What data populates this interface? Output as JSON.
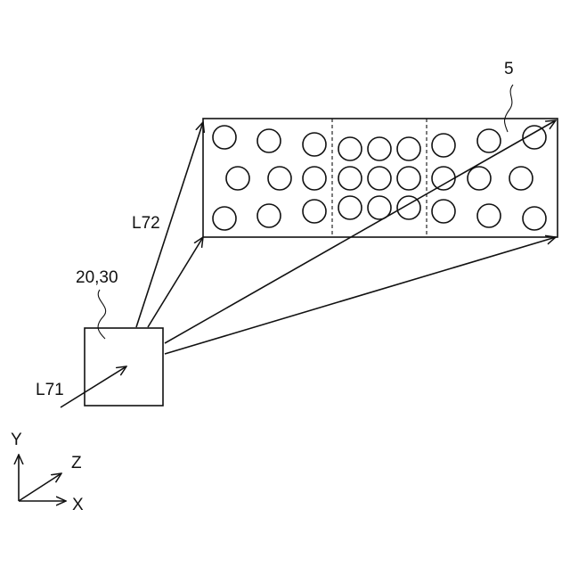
{
  "labels": {
    "target": "5",
    "device": "20,30",
    "beam_in": "L71",
    "beam_out": "L72"
  },
  "axes": {
    "y": "Y",
    "z": "Z",
    "x": "X"
  }
}
